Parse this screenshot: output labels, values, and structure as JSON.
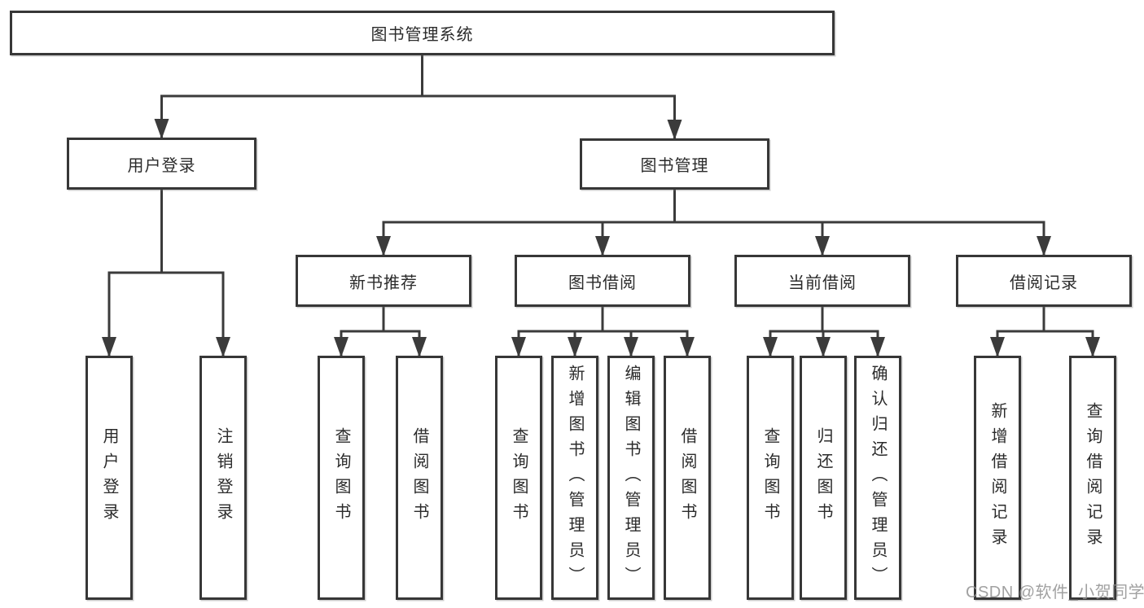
{
  "colors": {
    "line": "#3b3b3b",
    "box_border": "#373737",
    "text": "#2b2b2b",
    "watermark": "#919191",
    "background": "#ffffff"
  },
  "tree": {
    "root": {
      "label": "图书管理系统"
    },
    "branches": [
      {
        "label": "用户登录",
        "children": [
          {
            "label": "用户登录"
          },
          {
            "label": "注销登录"
          }
        ]
      },
      {
        "label": "图书管理",
        "groups": [
          {
            "label": "新书推荐",
            "children": [
              {
                "label": "查询图书"
              },
              {
                "label": "借阅图书"
              }
            ]
          },
          {
            "label": "图书借阅",
            "children": [
              {
                "label": "查询图书"
              },
              {
                "label": "新增图书（管理员）"
              },
              {
                "label": "编辑图书（管理员）"
              },
              {
                "label": "借阅图书"
              }
            ]
          },
          {
            "label": "当前借阅",
            "children": [
              {
                "label": "查询图书"
              },
              {
                "label": "归还图书"
              },
              {
                "label": "确认归还（管理员）"
              }
            ]
          },
          {
            "label": "借阅记录",
            "children": [
              {
                "label": "新增借阅记录"
              },
              {
                "label": "查询借阅记录"
              }
            ]
          }
        ]
      }
    ]
  },
  "watermark": {
    "text": "CSDN @软件_小贺同学"
  }
}
